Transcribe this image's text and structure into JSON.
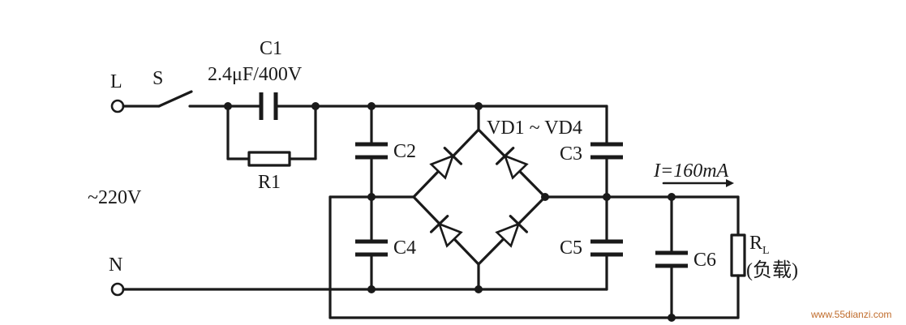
{
  "terminals": {
    "line_label": "L",
    "neutral_label": "N",
    "supply_label": "~220V"
  },
  "switch": {
    "label": "S"
  },
  "components": {
    "c1_name": "C1",
    "c1_value": "2.4μF/400V",
    "r1": "R1",
    "c2": "C2",
    "c3": "C3",
    "c4": "C4",
    "c5": "C5",
    "c6": "C6",
    "bridge": "VD1 ~ VD4",
    "load_main": "R",
    "load_sub": "L",
    "load_desc": "(负载)"
  },
  "current": {
    "label": "I=160mA"
  },
  "watermark": "www.55dianzi.com",
  "colors": {
    "ink": "#1a1a1a",
    "watermark": "#c06b2a"
  }
}
